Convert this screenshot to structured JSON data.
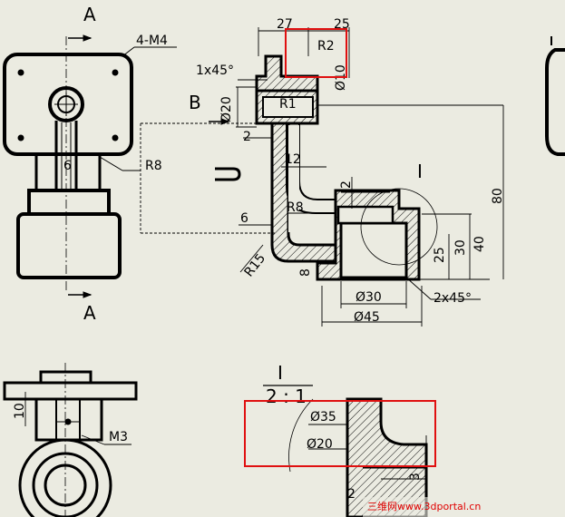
{
  "view_labels": {
    "section_a_top": "A",
    "section_a_bottom": "A",
    "view_b": "B",
    "detail_i": "I",
    "detail_title_i": "I",
    "detail_scale": "2 : 1"
  },
  "dims": {
    "thread": "4-M4",
    "chamfer_top": "1x45°",
    "width_27": "27",
    "width_25": "25",
    "r2": "R2",
    "dia10": "Ø10",
    "dia20": "Ø20",
    "r1": "R1",
    "gap2_left": "2",
    "d12": "12",
    "d2_mid": "2",
    "r8_left": "R8",
    "r8_mid": "R8",
    "d6_left": "6",
    "d6_mid": "6",
    "r15": "R15",
    "d8": "8",
    "d80": "80",
    "d40": "40",
    "d30": "30",
    "d25": "25",
    "dia30": "Ø30",
    "dia45": "Ø45",
    "chamfer_bot": "2x45°",
    "d10_bl": "10",
    "m3": "M3",
    "dia35": "Ø35",
    "dia20_detail": "Ø20",
    "d3": "3",
    "d2_detail": "2"
  },
  "watermark": "三维网www.3dportal.cn",
  "highlight_color": "#e01010"
}
